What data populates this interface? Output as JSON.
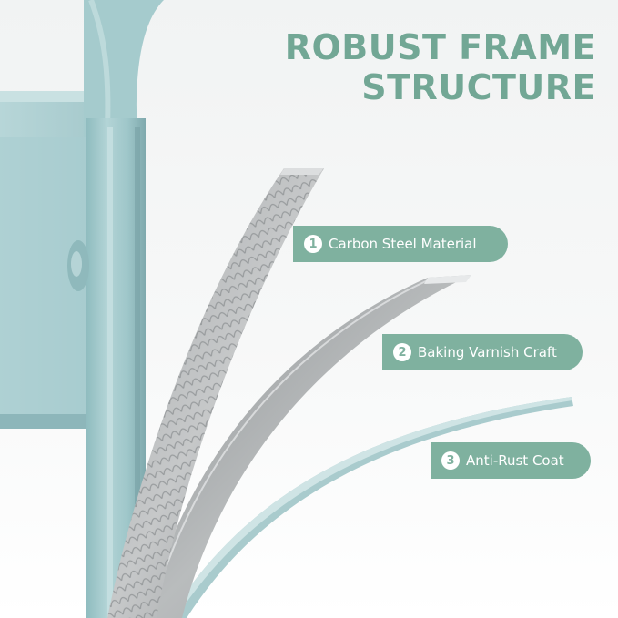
{
  "headline": {
    "line1": "ROBUST FRAME",
    "line2": "STRUCTURE"
  },
  "features": [
    {
      "number": "1",
      "label": "Carbon Steel Material"
    },
    {
      "number": "2",
      "label": "Baking Varnish Craft"
    },
    {
      "number": "3",
      "label": "Anti-Rust Coat"
    }
  ],
  "colors": {
    "accent_green": "#7fb19f",
    "headline_green": "#72a795",
    "frame_teal": "#9cc4c7",
    "steel_gray": "#9ea2a4"
  }
}
